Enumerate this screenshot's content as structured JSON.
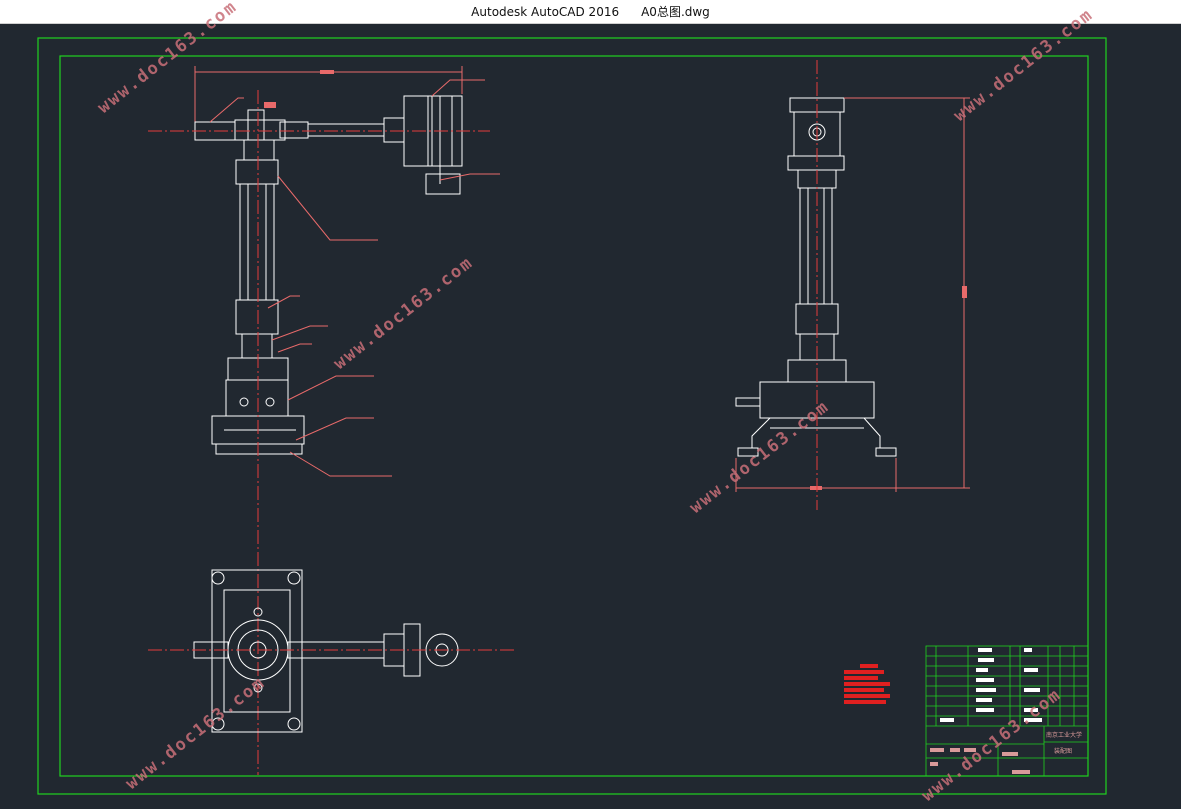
{
  "titlebar": {
    "app_name": "Autodesk AutoCAD 2016",
    "file_name": "A0总图.dwg"
  },
  "watermark": {
    "text": "www.doc163.com"
  },
  "title_block": {
    "school": "南京工业大学",
    "drawing_name": "装配图"
  },
  "colors": {
    "background": "#212830",
    "frame": "#1fd11f",
    "drawing": "#ffffff",
    "centerline": "#e33b3b",
    "dimension": "#e86a6a",
    "watermark": "#c86f78"
  }
}
